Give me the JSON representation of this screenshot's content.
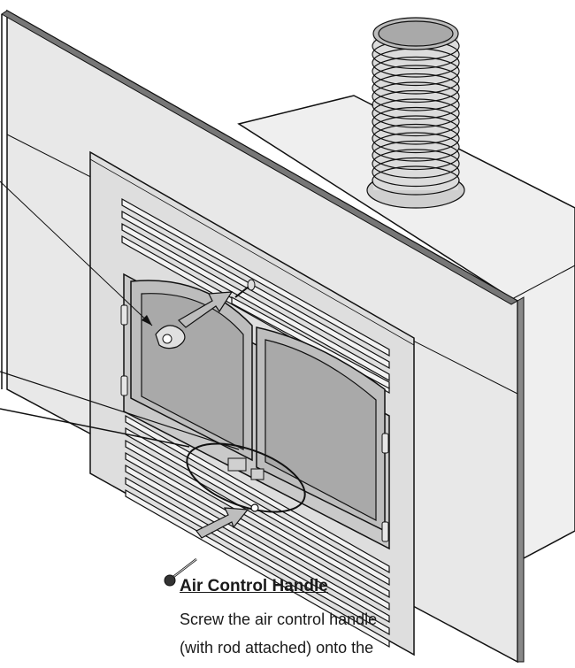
{
  "caption": {
    "title": "Air Control Handle",
    "lines": [
      "Screw the air control handle",
      "(with rod attached) onto the"
    ]
  },
  "colors": {
    "outline": "#111111",
    "wall": "#e6e6e6",
    "surround": "#dedede",
    "glass": "#a9a9a9",
    "frame": "#c9c9c9",
    "chimney": "#dcdcdc",
    "arrow": "#bdbdbd"
  }
}
